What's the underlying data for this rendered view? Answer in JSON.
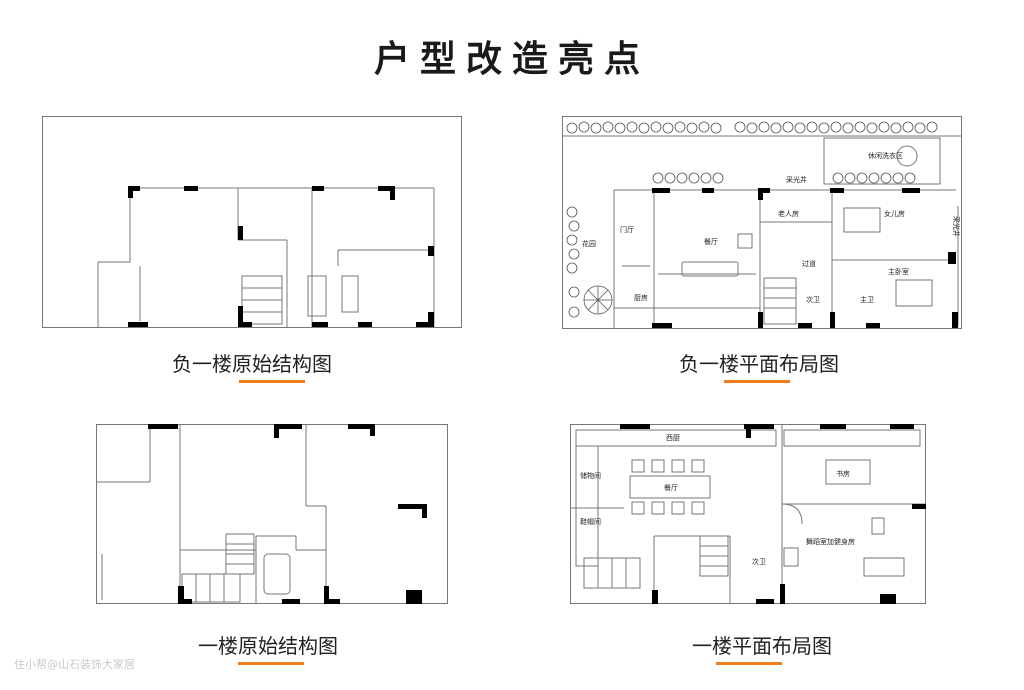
{
  "header": {
    "title": "户型改造亮点"
  },
  "panels": {
    "b1_original": {
      "caption": "负一楼原始结构图"
    },
    "b1_plan": {
      "caption": "负一楼平面布局图",
      "labels": {
        "garden": "花园",
        "foyer": "门厅",
        "living": "餐厅",
        "kitchen": "厨房",
        "elder_room": "老人房",
        "skylight_top": "采光井",
        "skylight_right": "采光井",
        "daughter_room": "女儿房",
        "master_room": "主卧室",
        "corridor": "过道",
        "guest_bath": "次卫",
        "master_bath": "主卫",
        "leisure": "休闲洗衣区"
      }
    },
    "f1_original": {
      "caption": "一楼原始结构图"
    },
    "f1_plan": {
      "caption": "一楼平面布局图",
      "labels": {
        "western_kitchen": "西厨",
        "storage": "储物间",
        "dining": "餐厅",
        "shoe_room": "鞋帽间",
        "guest_bath": "次卫",
        "study": "书房",
        "gym": "舞蹈室加健身房"
      }
    }
  },
  "footer": {
    "watermark": "住小帮@山石装饰大家居"
  },
  "colors": {
    "accent": "#f07b1c",
    "wall": "#000000",
    "line": "#777777"
  }
}
